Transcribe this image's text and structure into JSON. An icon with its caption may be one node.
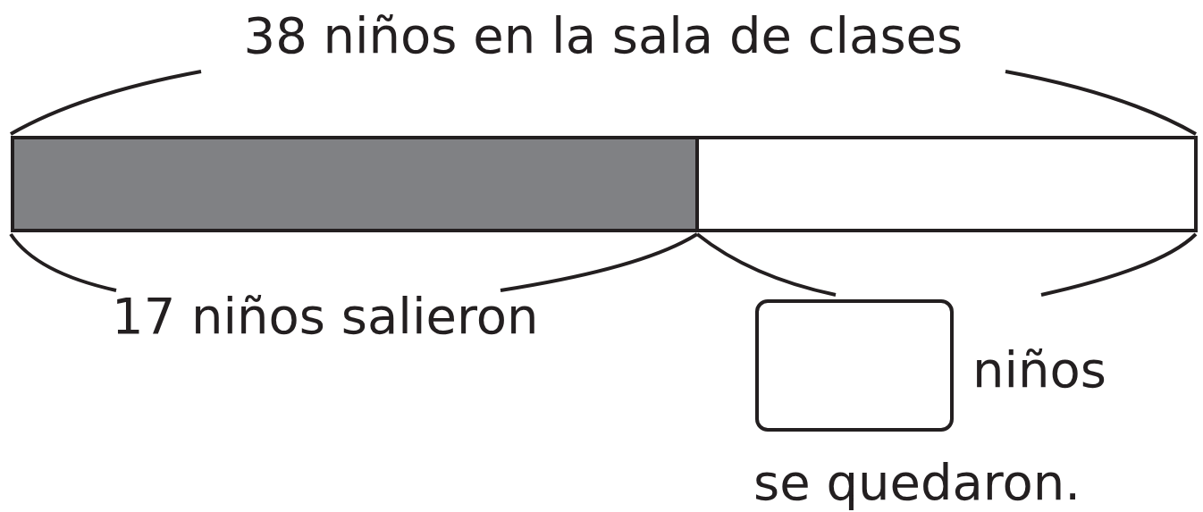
{
  "diagram": {
    "nodes": [
      {
        "text": [],
        "shape": "bar"
      },
      {
        "text": [],
        "shape": "bar"
      },
      {
        "text": [],
        "shape": "box"
      }
    ],
    "edges": [],
    "labels": [
      "38 niños en la sala de clases",
      "17 niños salieron",
      "niños",
      "se quedaron."
    ]
  }
}
